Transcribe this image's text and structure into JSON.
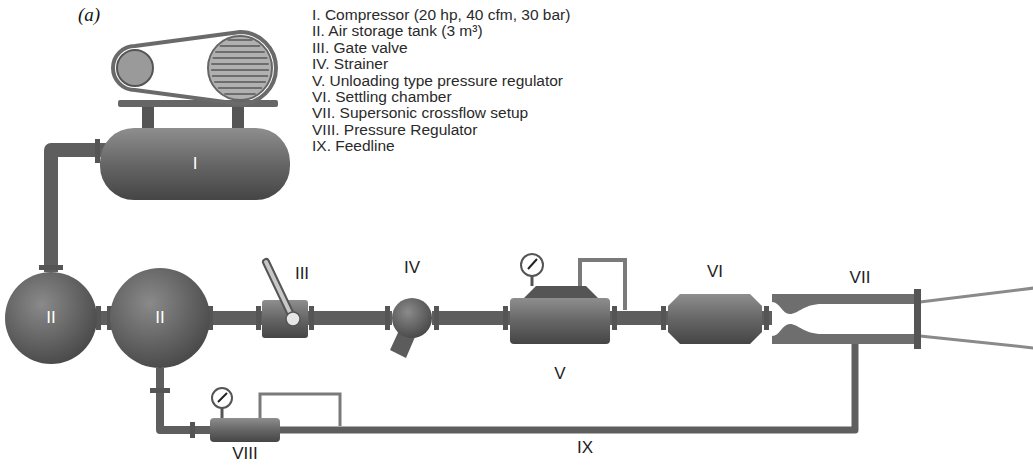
{
  "diagram": {
    "nodes": [
      {
        "text": [
          "I"
        ]
      },
      {
        "text": [
          "II"
        ]
      },
      {
        "text": [
          "II"
        ]
      },
      {
        "text": [
          "III"
        ]
      },
      {
        "text": [
          "IV"
        ]
      },
      {
        "text": [
          "V"
        ]
      },
      {
        "text": [
          "VI"
        ]
      },
      {
        "text": [
          "VII"
        ]
      },
      {
        "text": [
          "VIII"
        ]
      }
    ],
    "edges": [
      {
        "from": 0,
        "to": 1,
        "arrow": "none"
      },
      {
        "from": 1,
        "to": 2,
        "arrow": "none"
      },
      {
        "from": 2,
        "to": 3,
        "arrow": "none"
      },
      {
        "from": 3,
        "to": 4,
        "arrow": "none"
      },
      {
        "from": 4,
        "to": 5,
        "arrow": "none"
      },
      {
        "from": 5,
        "to": 6,
        "arrow": "none"
      },
      {
        "from": 6,
        "to": 7,
        "arrow": "none"
      },
      {
        "from": 2,
        "to": 8,
        "arrow": "none"
      },
      {
        "from": 8,
        "to": 7,
        "label": "IX",
        "arrow": "none"
      }
    ],
    "labels": [
      "(a)",
      "I. Compressor (20 hp, 40 cfm, 30 bar)",
      "II. Air storage tank (3 m³)",
      "III. Gate valve",
      "IV. Strainer",
      "V. Unloading type pressure regulator",
      "VI. Settling chamber",
      "VII. Supersonic crossflow setup",
      "VIII. Pressure Regulator",
      "IX. Feedline"
    ]
  }
}
